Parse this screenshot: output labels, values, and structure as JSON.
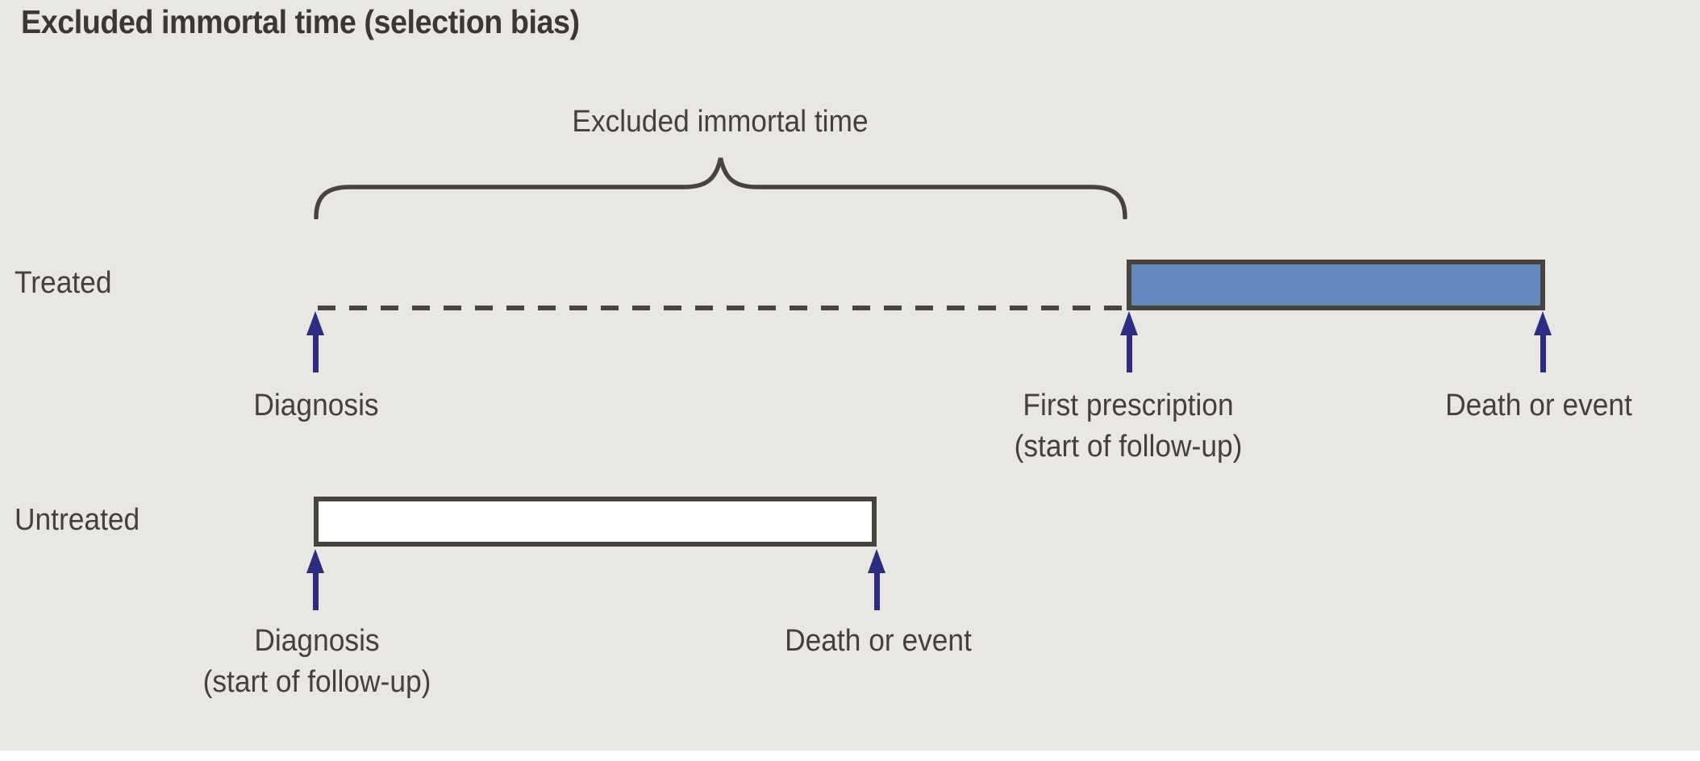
{
  "title": "Excluded immortal time (selection bias)",
  "brace_label": "Excluded immortal time",
  "colors": {
    "background": "#e9e7e4",
    "outline": "#47443f",
    "text": "#44413c",
    "title_text": "#3b3834",
    "bar_blue": "#6288bd",
    "bar_white": "#ffffff",
    "arrow_navy": "#2b2d80"
  },
  "treated": {
    "label": "Treated",
    "markers": [
      {
        "label": "Diagnosis",
        "sublabel": ""
      },
      {
        "label": "First prescription",
        "sublabel": "(start of follow-up)"
      },
      {
        "label": "Death or event",
        "sublabel": ""
      }
    ]
  },
  "untreated": {
    "label": "Untreated",
    "markers": [
      {
        "label": "Diagnosis",
        "sublabel": "(start of follow-up)"
      },
      {
        "label": "Death or event",
        "sublabel": ""
      }
    ]
  }
}
